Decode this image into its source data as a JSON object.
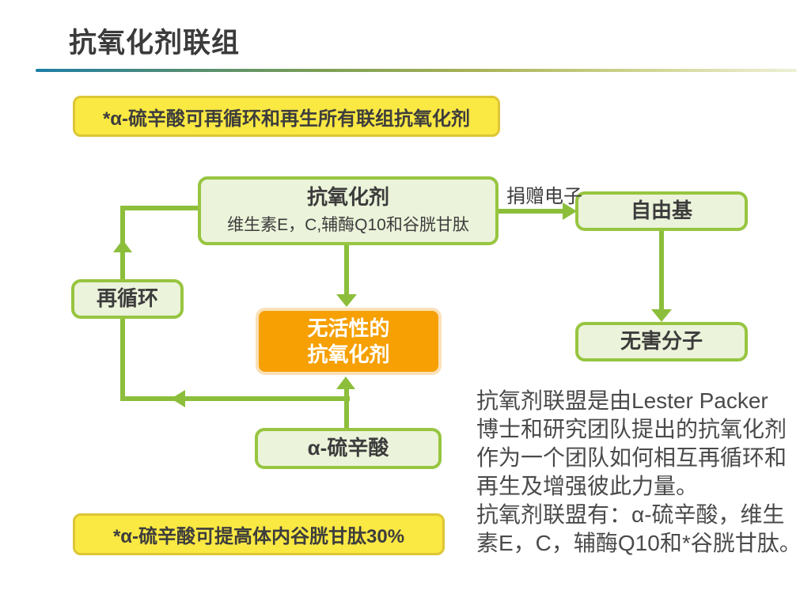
{
  "title": "抗氧化剂联组",
  "notes": {
    "top": "*α-硫辛酸可再循环和再生所有联组抗氧化剂",
    "bottom": "*α-硫辛酸可提高体内谷胱甘肽30%"
  },
  "nodes": {
    "antioxidants": {
      "title": "抗氧化剂",
      "subtitle": "维生素E，C,辅酶Q10和谷胱甘肽"
    },
    "free_radical": "自由基",
    "harmless": "无害分子",
    "recycle": "再循环",
    "inactive_line1": "无活性的",
    "inactive_line2": "抗氧化剂",
    "ala": "α-硫辛酸"
  },
  "edge_labels": {
    "donate_electron": "捐赠电子"
  },
  "paragraph": {
    "lines": [
      "抗氧剂联盟是由Lester Packer",
      "博士和研究团队提出的抗氧化剂",
      "作为一个团队如何相互再循环和",
      "再生及增强彼此力量。",
      "抗氧剂联盟有：α-硫辛酸，维生",
      "素E，C，辅酶Q10和*谷胱甘肽。"
    ]
  },
  "colors": {
    "green_stroke": "#8CBE3B",
    "green_fill": "#EBF3DA",
    "green_border": "#97C540",
    "yellow_fill": "#FAE843",
    "yellow_border": "#DCC636",
    "orange_fill": "#F6A003",
    "orange_border": "#FAE0B8",
    "divider_start": "#1D7EA7",
    "divider_end": "#EEF0D6",
    "text_dark": "#3C3C3C"
  }
}
